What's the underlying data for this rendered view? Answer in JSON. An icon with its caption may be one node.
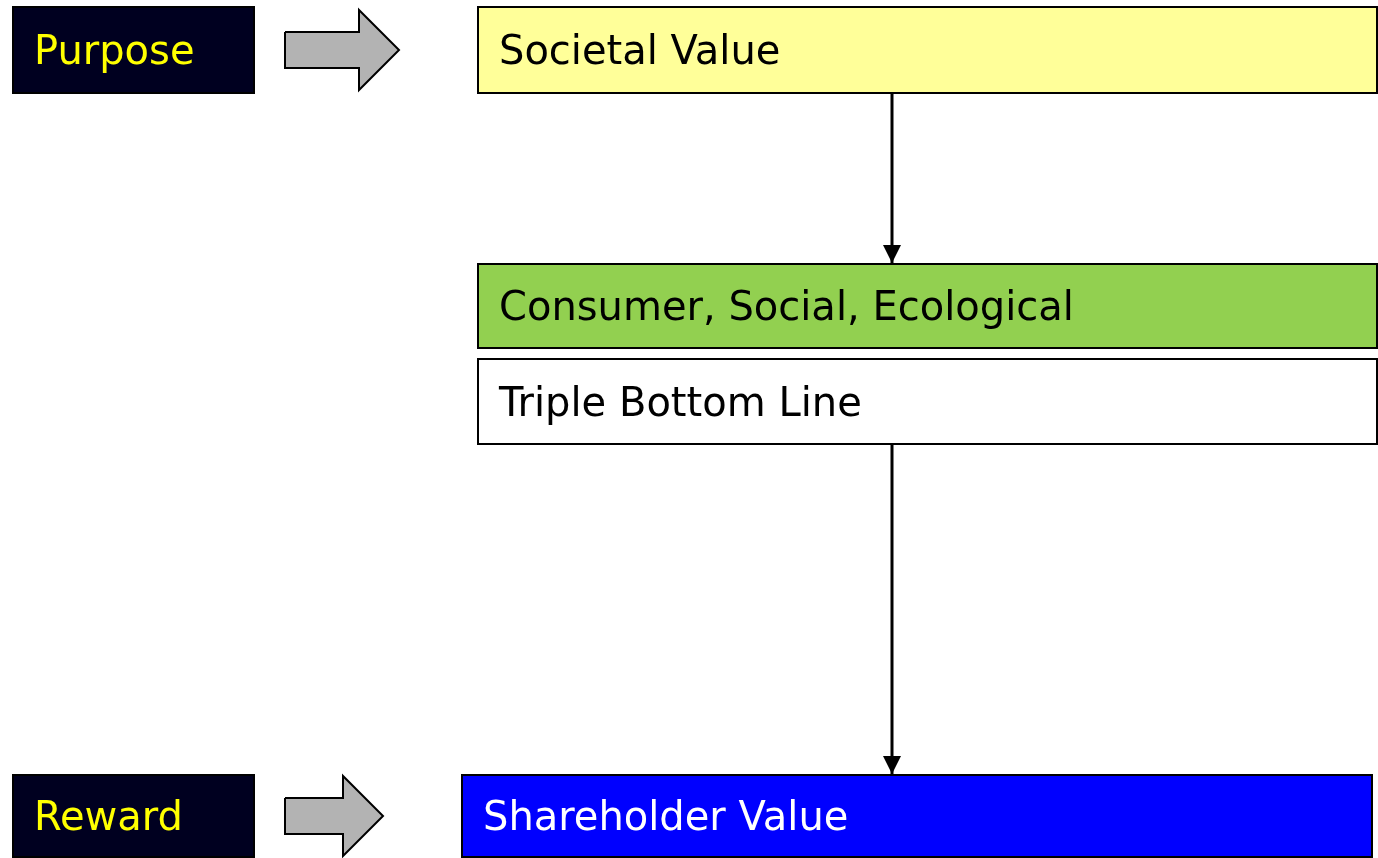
{
  "diagram": {
    "nodes": [
      {
        "text": [
          "Purpose"
        ]
      },
      {
        "text": [
          "Societal Value"
        ]
      },
      {
        "text": [
          "Consumer, Social, Ecological"
        ]
      },
      {
        "text": [
          "Triple Bottom Line"
        ]
      },
      {
        "text": [
          "Reward"
        ]
      },
      {
        "text": [
          "Shareholder Value"
        ]
      }
    ],
    "edges": [
      {
        "from": 0,
        "to": 1,
        "arrow": "to",
        "style": "thick",
        "color": "#b3b3b3"
      },
      {
        "from": 1,
        "to": 2,
        "arrow": "to"
      },
      {
        "from": 3,
        "to": 5,
        "arrow": "to"
      },
      {
        "from": 4,
        "to": 5,
        "arrow": "to",
        "style": "thick",
        "color": "#b3b3b3"
      }
    ]
  }
}
